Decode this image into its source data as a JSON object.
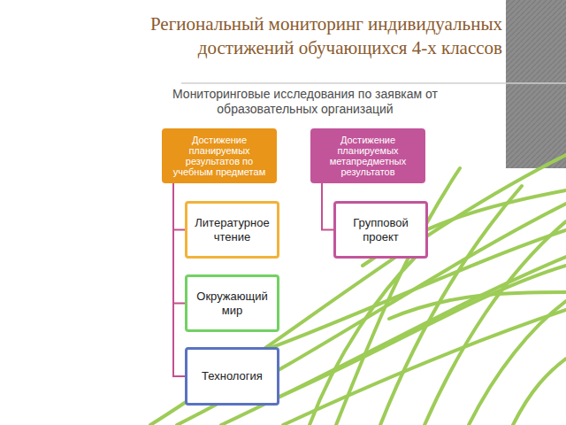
{
  "diagram": {
    "title": "Региональный мониторинг индивидуальных достижений обучающихся 4-х классов",
    "nodes": [
      {
        "text": [
          "Достижение планируемых результатов по учебным предметам"
        ]
      },
      {
        "text": [
          "Достижение планируемых метапредметных результатов"
        ]
      },
      {
        "text": [
          "Литературное чтение"
        ]
      },
      {
        "text": [
          "Окружающий мир"
        ]
      },
      {
        "text": [
          "Технология"
        ]
      },
      {
        "text": [
          "Групповой проект"
        ]
      }
    ],
    "edges": [
      {
        "from": 0,
        "to": 2,
        "arrow": "none"
      },
      {
        "from": 0,
        "to": 3,
        "arrow": "none"
      },
      {
        "from": 0,
        "to": 4,
        "arrow": "none"
      },
      {
        "from": 1,
        "to": 5,
        "arrow": "none"
      }
    ],
    "labels": [
      "Мониторинговые исследования по заявкам от образовательных организаций"
    ]
  }
}
